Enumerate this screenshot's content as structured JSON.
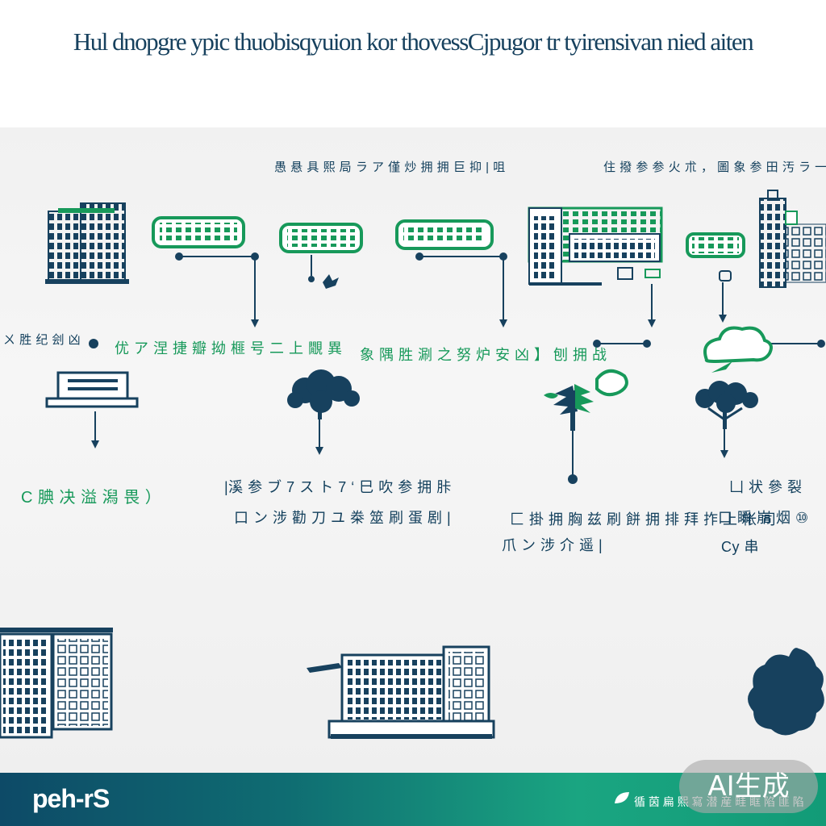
{
  "title": "Hul dnopgre ypic thuobisqyuion kor thovessCjpugor tr tyirensivan nied aiten",
  "labels": {
    "top_left": "愚 悬 具 熙 局 ラ ア   僅 炒 拥 拥 巨 抑 | 咀",
    "top_right": "住 撥 参 参 火 朮 ， 圖 象 参 田 汚 ラ 一",
    "side_left": "ㄨ 胜 纪 刽 凶",
    "green_left": "优 ア 涅 捷 瓣 拗 榧 号 二 上 覵 異",
    "green_mid": "象 隅 胜 涮 之 努 炉 安 凶 】 刨 拥 战",
    "c_left": "С 腆 决 溢 潟 畏 ）",
    "mid_l1": "|溪 参 ブ 7 ス ト 7 ‘  巳 吹 参 拥 胩",
    "mid_l2": "口 ン 涉 勸 刀 ユ 桊 筮 刷 蛋 剧 |",
    "right_l1": "匚 掛 拥 胸 兹 刷 餅 拥 排 拜 拃 上 帐 司",
    "right_l2": "爪 ン 涉 介 遥 |",
    "far_l1": "凵 状 參 裂",
    "far_l2": "口 瞬 崩 烟 ⑩",
    "far_l3": "Cy    串"
  },
  "footer": {
    "logo": "peh-rS",
    "text": "循 茵 扁 熙 寫 潜 産 畦 眶 陷 匪 陷"
  },
  "badge": "AI生成",
  "colors": {
    "navy": "#17415e",
    "green": "#17995a",
    "footer_start": "#0d4a67",
    "footer_end": "#129b77"
  }
}
